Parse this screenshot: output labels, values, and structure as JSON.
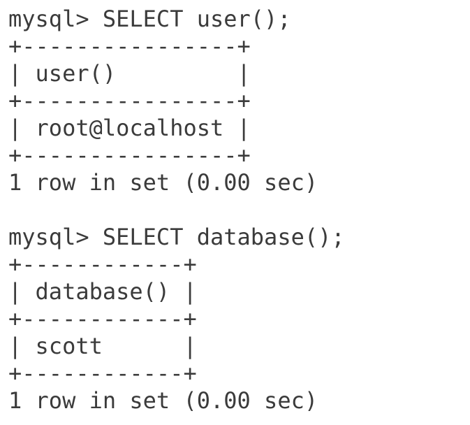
{
  "terminal": {
    "background_color": "#ffffff",
    "text_color": "#3b3b3b",
    "prompt": "mysql>",
    "blocks": [
      {
        "command_line": "mysql> SELECT user();",
        "table_lines": [
          "+----------------+",
          "| user()         |",
          "+----------------+",
          "| root@localhost |",
          "+----------------+"
        ],
        "status_line": "1 row in set (0.00 sec)"
      },
      {
        "command_line": "mysql> SELECT database();",
        "table_lines": [
          "+------------+",
          "| database() |",
          "+------------+",
          "| scott      |",
          "+------------+"
        ],
        "status_line": "1 row in set (0.00 sec)"
      }
    ]
  }
}
